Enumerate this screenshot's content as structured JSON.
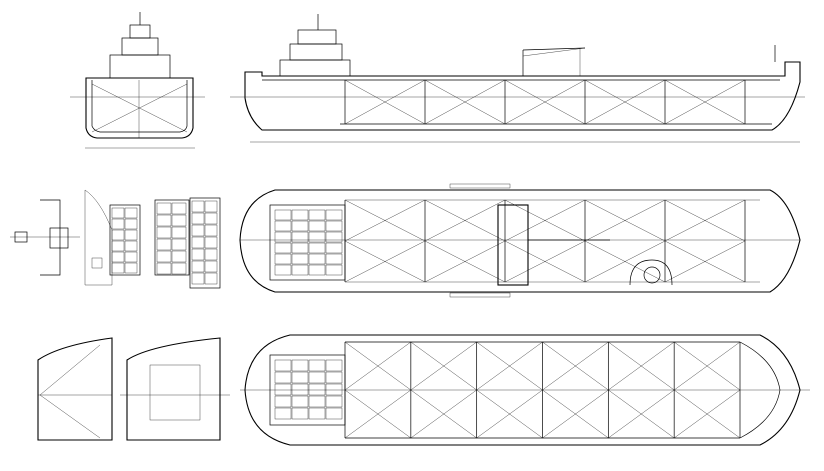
{
  "drawing": {
    "line_color": "#000000",
    "background": "#ffffff",
    "profile_tanks": 5,
    "plan_tanks": 5,
    "double_bottom_tanks": 6
  }
}
